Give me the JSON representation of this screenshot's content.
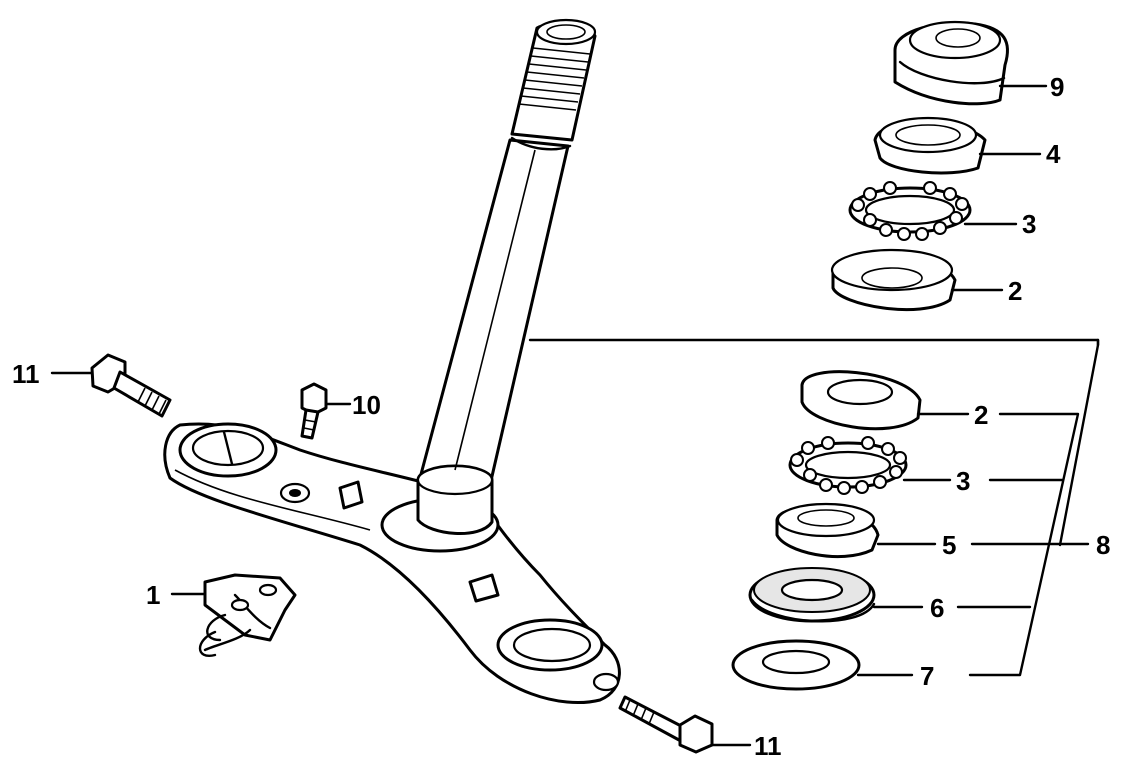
{
  "callouts": {
    "c1": "1",
    "c2a": "2",
    "c2b": "2",
    "c3a": "3",
    "c3b": "3",
    "c4": "4",
    "c5": "5",
    "c6": "6",
    "c7": "7",
    "c8": "8",
    "c9": "9",
    "c10": "10",
    "c11a": "11",
    "c11b": "11"
  }
}
